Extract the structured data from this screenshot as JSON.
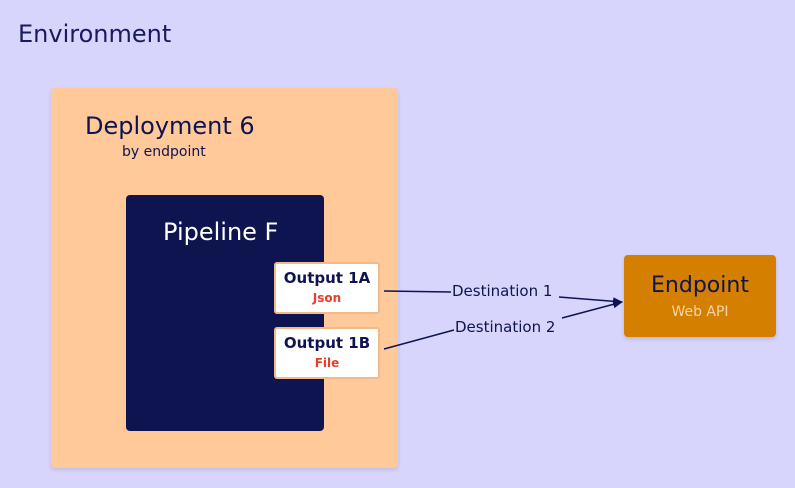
{
  "environment": {
    "title": "Environment"
  },
  "deployment": {
    "title": "Deployment 6",
    "subtitle": "by endpoint"
  },
  "pipeline": {
    "title": "Pipeline F",
    "outputs": [
      {
        "name": "Output 1A",
        "format": "Json"
      },
      {
        "name": "Output 1B",
        "format": "File"
      }
    ]
  },
  "destinations": [
    {
      "label": "Destination 1"
    },
    {
      "label": "Destination 2"
    }
  ],
  "endpoint": {
    "title": "Endpoint",
    "subtitle": "Web API"
  },
  "colors": {
    "background": "#d8d5fc",
    "deployment": "#ffc999",
    "pipeline": "#0e144f",
    "endpoint": "#d47f00",
    "format_text": "#ea3d2b"
  }
}
